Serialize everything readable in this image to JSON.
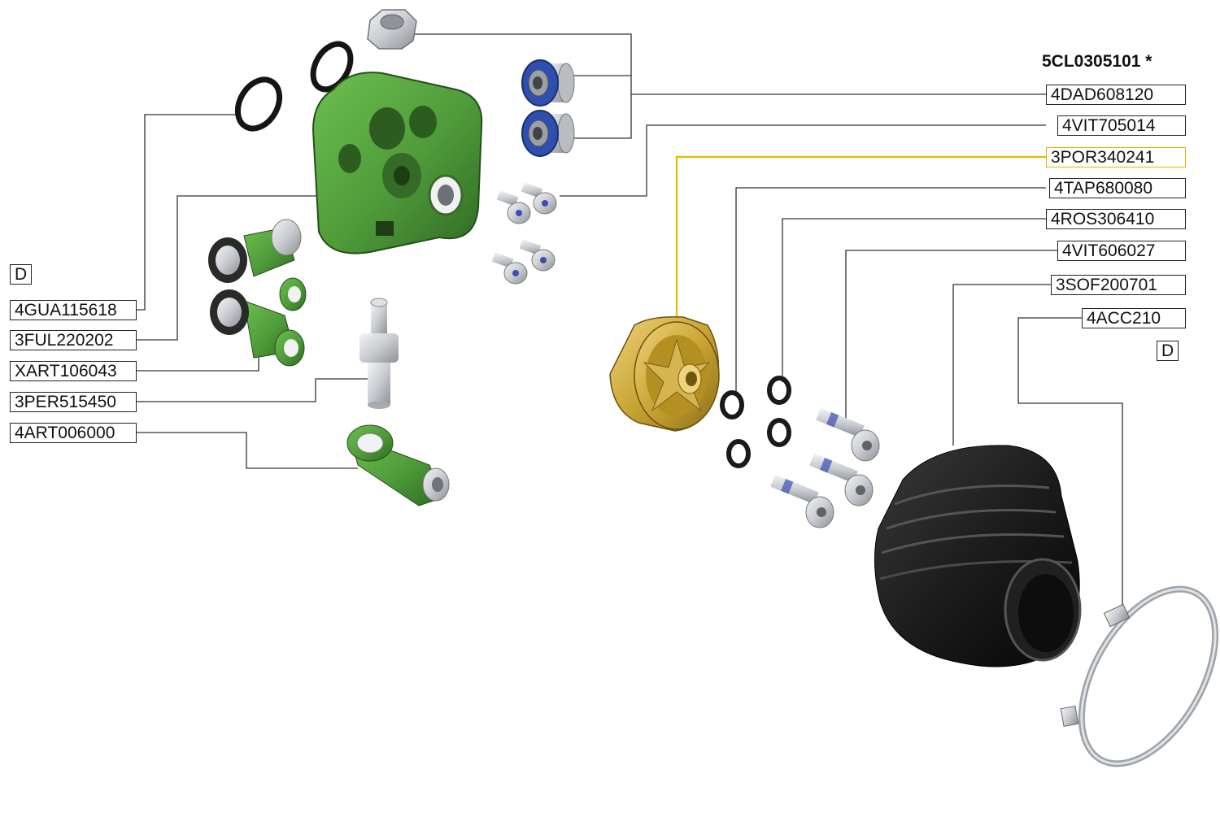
{
  "assembly": {
    "code": "5CL0305101 *"
  },
  "labels_left": [
    {
      "id": "d-left",
      "text": "D"
    },
    {
      "id": "gua",
      "text": "4GUA115618"
    },
    {
      "id": "ful",
      "text": "3FUL220202"
    },
    {
      "id": "xart",
      "text": "XART106043"
    },
    {
      "id": "per",
      "text": "3PER515450"
    },
    {
      "id": "art",
      "text": "4ART006000"
    }
  ],
  "labels_right": [
    {
      "id": "dad",
      "text": "4DAD608120"
    },
    {
      "id": "vit705",
      "text": "4VIT705014"
    },
    {
      "id": "por",
      "text": "3POR340241",
      "highlighted": true
    },
    {
      "id": "tap",
      "text": "4TAP680080"
    },
    {
      "id": "ros",
      "text": "4ROS306410"
    },
    {
      "id": "vit606",
      "text": "4VIT606027"
    },
    {
      "id": "sof",
      "text": "3SOF200701"
    },
    {
      "id": "acc",
      "text": "4ACC210"
    },
    {
      "id": "d-right",
      "text": "D"
    }
  ],
  "colors": {
    "housing_green": "#4f9a3a",
    "brass": "#c9a434",
    "highlight_leader": "#e8b800",
    "rubber_boot": "#1c1c1c",
    "bearing_seal_blue": "#2e4fb0",
    "steel": "#c8ccd0"
  }
}
